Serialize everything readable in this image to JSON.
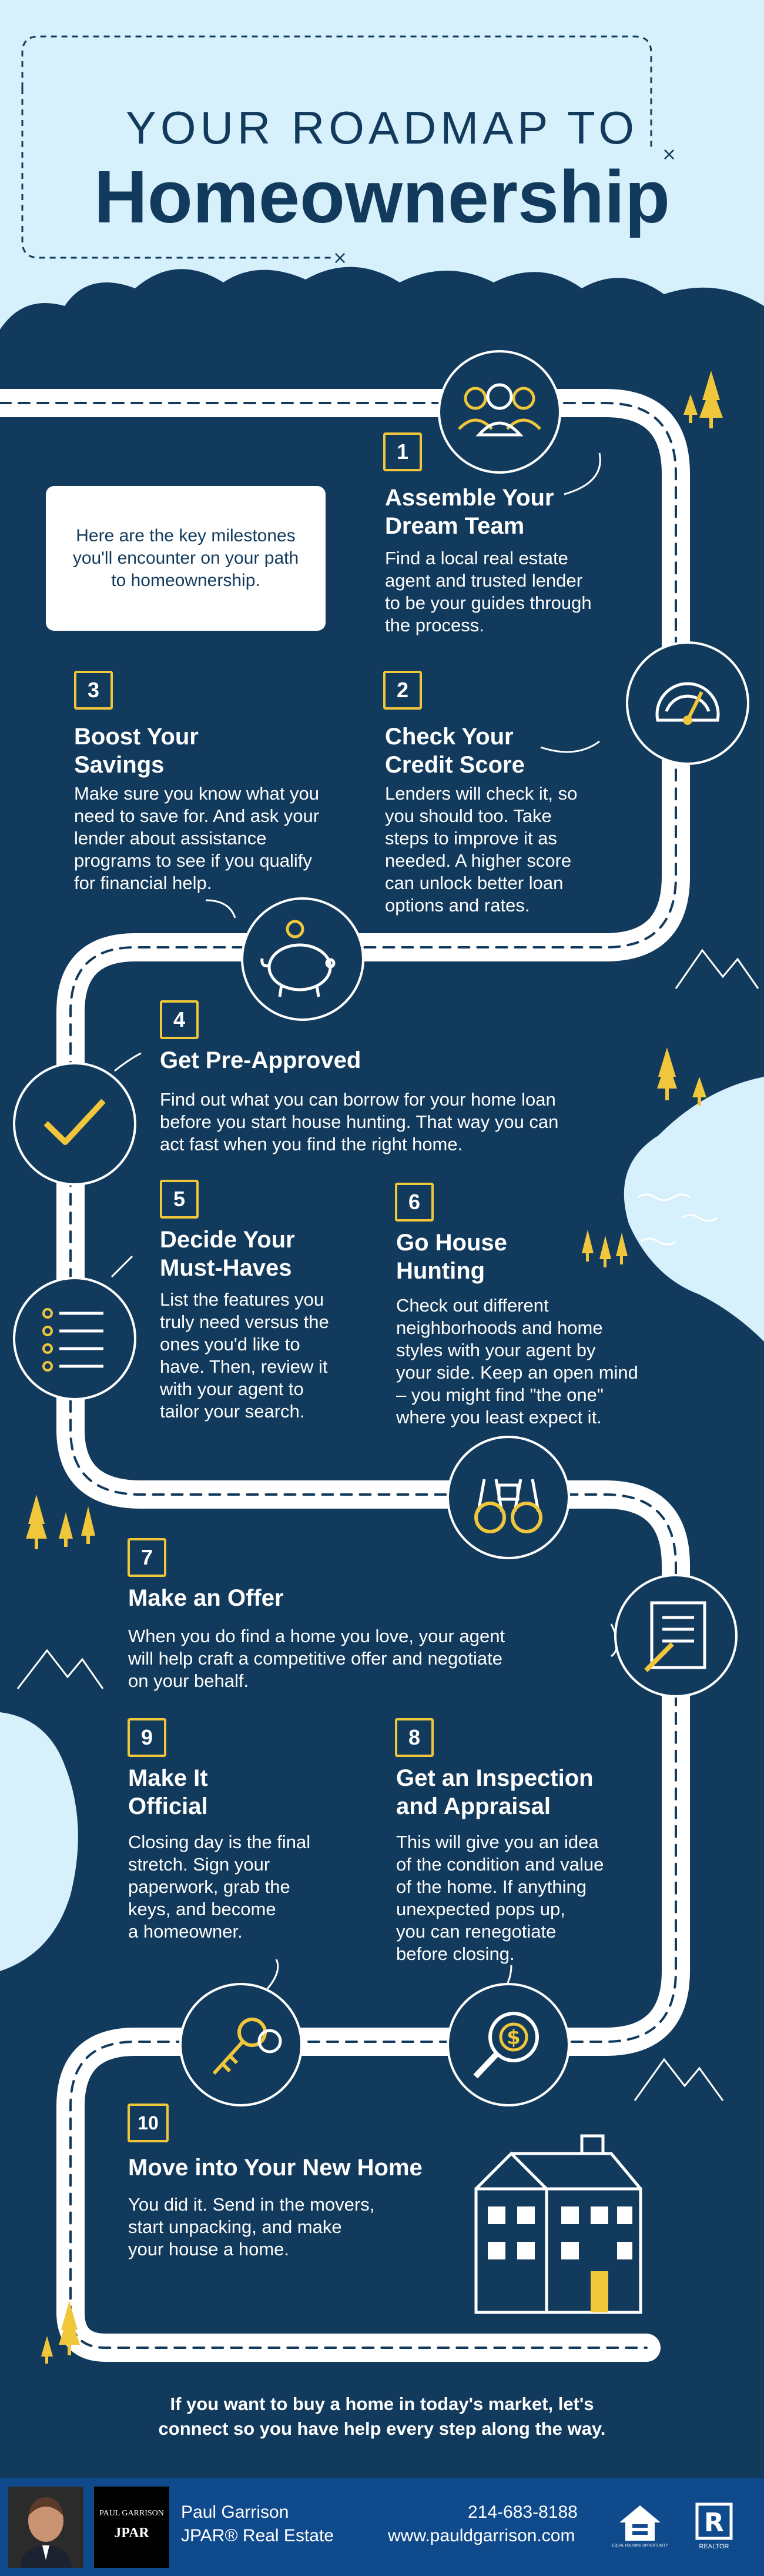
{
  "header": {
    "line1": "YOUR ROADMAP TO",
    "line2": "Homeownership"
  },
  "intro": "Here are the key milestones you'll encounter on your path to homeownership.",
  "steps": [
    {
      "num": "1",
      "title_a": "Assemble Your",
      "title_b": "Dream Team",
      "body": [
        "Find a local real estate",
        "agent and trusted lender",
        "to be your guides through",
        "the process."
      ]
    },
    {
      "num": "2",
      "title_a": "Check Your",
      "title_b": "Credit Score",
      "body": [
        "Lenders will check it, so",
        "you should too. Take",
        "steps to improve it as",
        "needed. A higher score",
        "can unlock better loan",
        "options and rates."
      ]
    },
    {
      "num": "3",
      "title_a": "Boost Your",
      "title_b": "Savings",
      "body": [
        "Make sure you know what you",
        "need to save for. And ask your",
        "lender about assistance",
        "programs to see if you qualify",
        "for financial help."
      ]
    },
    {
      "num": "4",
      "title_a": "Get Pre-Approved",
      "title_b": "",
      "body": [
        "Find out what you can borrow for your home loan",
        "before you start house hunting. That way you can",
        "act fast when you find the right home."
      ]
    },
    {
      "num": "5",
      "title_a": "Decide Your",
      "title_b": "Must-Haves",
      "body": [
        "List the features you",
        "truly need versus the",
        "ones you'd like to",
        "have. Then, review it",
        "with your agent to",
        "tailor your search."
      ]
    },
    {
      "num": "6",
      "title_a": "Go House",
      "title_b": "Hunting",
      "body": [
        "Check out different",
        "neighborhoods and home",
        "styles with your agent by",
        "your side. Keep an open mind",
        "– you might find \"the one\"",
        "where you least expect it."
      ]
    },
    {
      "num": "7",
      "title_a": "Make an Offer",
      "title_b": "",
      "body": [
        "When you do find a home you love, your agent",
        "will help craft a competitive offer and negotiate",
        "on your behalf."
      ]
    },
    {
      "num": "8",
      "title_a": "Get an Inspection",
      "title_b": "and Appraisal",
      "body": [
        "This will give you an idea",
        "of the condition and value",
        "of the home. If anything",
        "unexpected pops up,",
        "you can renegotiate",
        "before closing."
      ]
    },
    {
      "num": "9",
      "title_a": "Make It",
      "title_b": "Official",
      "body": [
        "Closing day is the final",
        "stretch. Sign your",
        "paperwork, grab the",
        "keys, and become",
        "a homeowner."
      ]
    },
    {
      "num": "10",
      "title_a": "Move into Your New Home",
      "title_b": "",
      "body": [
        "You did it. Send in the movers,",
        "start unpacking, and make",
        "your house a home."
      ]
    }
  ],
  "cta": [
    "If you want to buy a home in today's market, let's",
    "connect so you have help every step along the way."
  ],
  "footer": {
    "name": "Paul Garrison",
    "company": "JPAR® Real Estate",
    "phone": "214-683-8188",
    "website": "www.pauldgarrison.com",
    "logo_text_a": "PAUL GARRISON",
    "logo_text_b": "JPAR",
    "realtor_label": "REALTOR",
    "eho_label": "EQUAL HOUSING OPPORTUNITY"
  },
  "colors": {
    "navy": "#123a5c",
    "yellow": "#f0c63b",
    "sky": "#d6f1fb",
    "footer": "#0f4a8c"
  }
}
